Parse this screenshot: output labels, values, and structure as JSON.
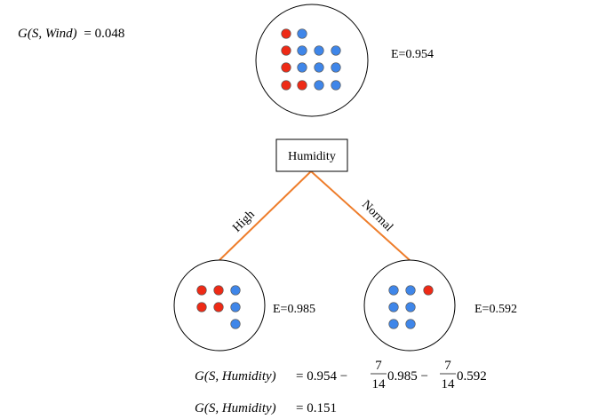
{
  "wind_gain": {
    "lhs": "G(S, Wind)",
    "rhs": "= 0.048"
  },
  "root": {
    "entropy_label": "E=0.954",
    "dots": [
      "red",
      "blue",
      "red",
      "blue",
      "blue",
      "blue",
      "red",
      "blue",
      "blue",
      "blue",
      "red",
      "red",
      "blue",
      "blue"
    ]
  },
  "split_node": {
    "label": "Humidity"
  },
  "branches": {
    "left": "High",
    "right": "Normal",
    "color": "#ee7d2b"
  },
  "left_child": {
    "entropy_label": "E=0.985",
    "dots": [
      "red",
      "red",
      "blue",
      "red",
      "red",
      "blue",
      "blue"
    ]
  },
  "right_child": {
    "entropy_label": "E=0.592",
    "dots": [
      "blue",
      "blue",
      "red",
      "blue",
      "blue",
      "blue",
      "blue"
    ]
  },
  "formula": {
    "lhs": "G(S, Humidity)",
    "part1": "= 0.954 −",
    "frac1_num": "7",
    "frac1_den": "14",
    "part2": "0.985 −",
    "frac2_num": "7",
    "frac2_den": "14",
    "part3": "0.592",
    "result_lhs": "G(S, Humidity)",
    "result_rhs": "= 0.151"
  },
  "colors": {
    "red": "#ee2a16",
    "blue": "#3f86e9",
    "outline": "#000000"
  }
}
